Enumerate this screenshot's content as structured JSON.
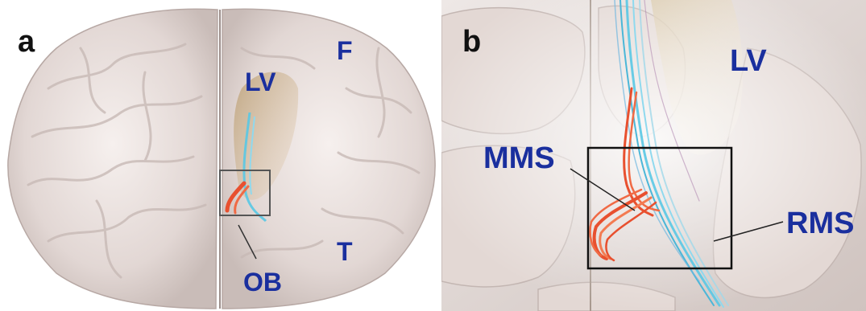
{
  "panels": {
    "a": {
      "letter": "a",
      "labels": {
        "lv": "LV",
        "f": "F",
        "t": "T",
        "ob": "OB"
      }
    },
    "b": {
      "letter": "b",
      "labels": {
        "lv": "LV",
        "mms": "MMS",
        "rms": "RMS"
      }
    }
  },
  "colors": {
    "label_blue": "#1a2f9e",
    "migratory_red": "#e8502f",
    "migratory_cyan": "#59c8e4",
    "brain_tissue": "#e6dcd8"
  }
}
